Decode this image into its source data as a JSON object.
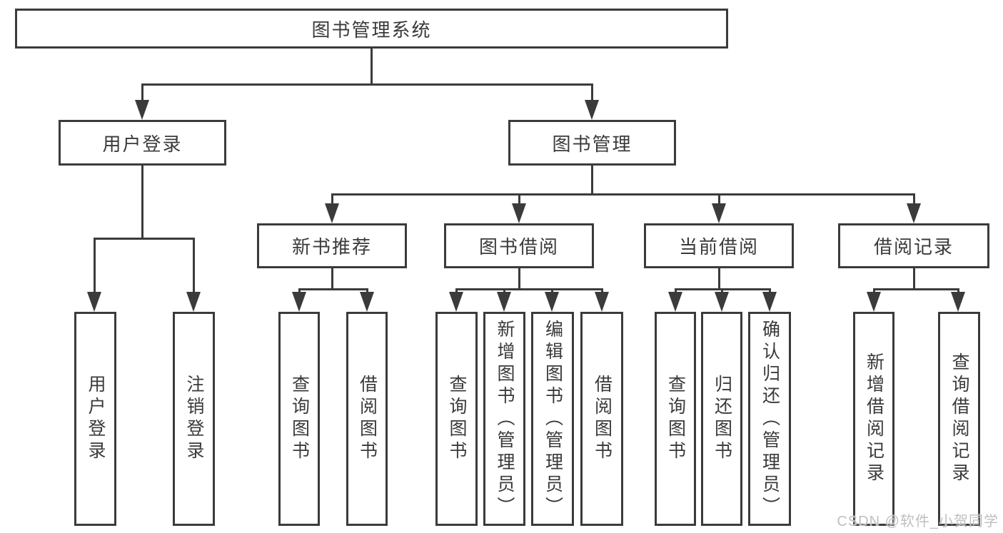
{
  "diagram": {
    "title": "图书管理系统",
    "level2": {
      "user_login": "用户登录",
      "book_mgmt": "图书管理"
    },
    "level3": {
      "new_book_rec": "新书推荐",
      "book_borrow": "图书借阅",
      "current_borrow": "当前借阅",
      "borrow_records": "借阅记录"
    },
    "leaves": {
      "user_login_leaf": "用户登录",
      "logout_leaf": "注销登录",
      "nb_query": "查询图书",
      "nb_borrow": "借阅图书",
      "bb_query": "查询图书",
      "bb_add": "新增图书（管理员）",
      "bb_edit": "编辑图书（管理员）",
      "bb_borrow": "借阅图书",
      "cb_query": "查询图书",
      "cb_return": "归还图书",
      "cb_confirm": "确认归还（管理员）",
      "br_add": "新增借阅记录",
      "br_query": "查询借阅记录"
    },
    "watermark": "CSDN @软件_小贺同学",
    "colors": {
      "line": "#3b3b3b",
      "text": "#3a3a3a",
      "watermark": "#bfbfbf",
      "background": "#ffffff"
    }
  }
}
